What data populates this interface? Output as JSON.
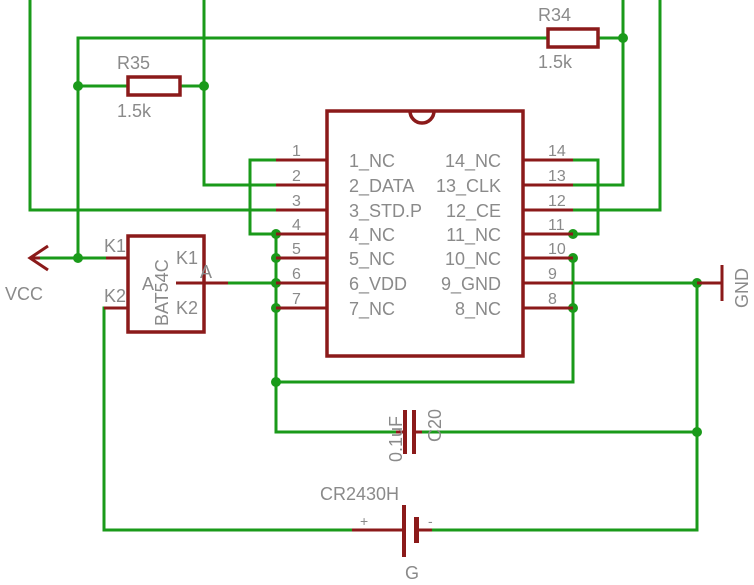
{
  "components": {
    "r34": {
      "ref": "R34",
      "value": "1.5k"
    },
    "r35": {
      "ref": "R35",
      "value": "1.5k"
    },
    "diode": {
      "ref": "BAT54C",
      "pin_k1": "K1",
      "pin_k2": "K2",
      "pin_a": "A"
    },
    "ic": {
      "left_pins": [
        "1_NC",
        "2_DATA",
        "3_STD.P",
        "4_NC",
        "5_NC",
        "6_VDD",
        "7_NC"
      ],
      "right_pins": [
        "14_NC",
        "13_CLK",
        "12_CE",
        "11_NC",
        "10_NC",
        "9_GND",
        "8_NC"
      ],
      "left_nums": [
        "1",
        "2",
        "3",
        "4",
        "5",
        "6",
        "7"
      ],
      "right_nums": [
        "14",
        "13",
        "12",
        "11",
        "10",
        "9",
        "8"
      ]
    },
    "c20": {
      "ref": "C20",
      "value": "0.1uF"
    },
    "battery": {
      "ref": "CR2430H",
      "plus": "+",
      "minus": "-",
      "net": "G"
    }
  },
  "nets": {
    "vcc": "VCC",
    "gnd": "GND"
  },
  "colors": {
    "wire": "#1a9a1a",
    "component": "#8b1a1a",
    "text": "#8a8a8a",
    "background": "#ffffff"
  }
}
